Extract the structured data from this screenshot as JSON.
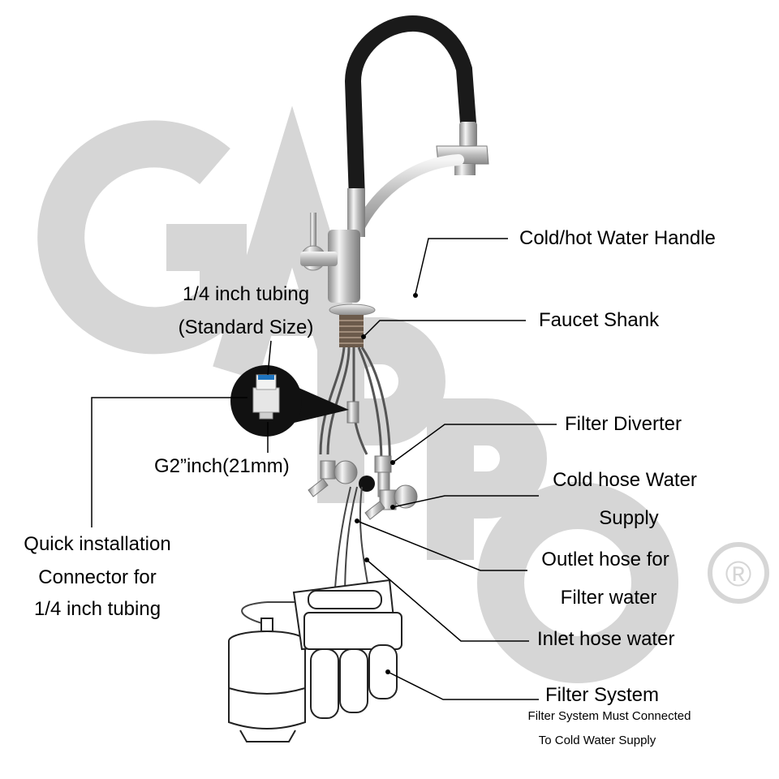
{
  "watermark": {
    "text": "GAPPO",
    "mark": "®",
    "color": "#d3d3d3"
  },
  "labels": {
    "cold_hot_handle": "Cold/hot Water Handle",
    "faucet_shank": "Faucet Shank",
    "filter_diverter": "Filter Diverter",
    "cold_hose_line1": "Cold hose Water",
    "cold_hose_line2": "Supply",
    "outlet_hose_line1": "Outlet hose for",
    "outlet_hose_line2": "Filter water",
    "inlet_hose": "Inlet hose water",
    "filter_system": "Filter System",
    "filter_note_line1": "Filter System Must Connected",
    "filter_note_line2": "To Cold Water Supply",
    "tubing_line1": "1/4 inch tubing",
    "tubing_line2": "(Standard Size)",
    "thread_size": "G2”inch(21mm)",
    "quick_line1": "Quick installation",
    "quick_line2": "Connector for",
    "quick_line3": "1/4 inch tubing"
  },
  "colors": {
    "hose": "#1a1a1a",
    "chrome": "#c8c8c8",
    "connector_accent": "#1e73be",
    "leader_line": "#000000"
  }
}
